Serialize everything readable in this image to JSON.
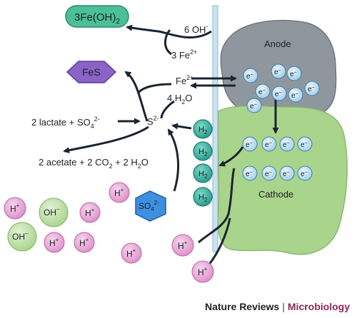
{
  "species": {
    "fe_oh2": "3Fe(OH)",
    "fe_oh2_sub": "2",
    "six_oh": "6 OH",
    "six_oh_sup": "-",
    "three_fe": "3 Fe",
    "three_fe_sup": "2+",
    "fes": "FeS",
    "fe2": "Fe",
    "fe2_sup": "2+",
    "water_pre": "4 H",
    "water_sub": "2",
    "water_post": "O",
    "lactate_pre": "2 lactate + SO",
    "lactate_sub": "4",
    "lactate_sup": "2-",
    "sulfide": "S",
    "sulfide_sup": "2-",
    "acetate_a": "2 acetate + 2 CO",
    "acetate_sub1": "2",
    "acetate_b": " + 2 H",
    "acetate_sub2": "2",
    "acetate_c": "O",
    "h2": "H",
    "h2_sub": "2",
    "so4": "SO",
    "so4_sub": "4",
    "so4_sup": "2-",
    "h_plus": "H",
    "h_plus_sup": "+",
    "oh_minus": "OH",
    "oh_minus_sup": "–"
  },
  "electrodes": {
    "anode": "Anode",
    "cathode": "Cathode",
    "electron": "e",
    "electron_sup": "–"
  },
  "footer": {
    "brand_a": "Nature Reviews",
    "separator": "|",
    "brand_b": "Microbiology"
  },
  "colors": {
    "anode_fill": "#8f979e",
    "cathode_fill": "#a9d48c",
    "electron_fill": "#bfe0f5",
    "h2_fill": "#3fb7a6",
    "proton_fill": "#e7a6d6",
    "hydroxide_fill": "#b9dea1",
    "fes_fill": "#8b63c6",
    "feoh_fill": "#4bbf97",
    "so4_fill": "#3f8fe0",
    "electrode_plate": "#c9e2f2"
  }
}
